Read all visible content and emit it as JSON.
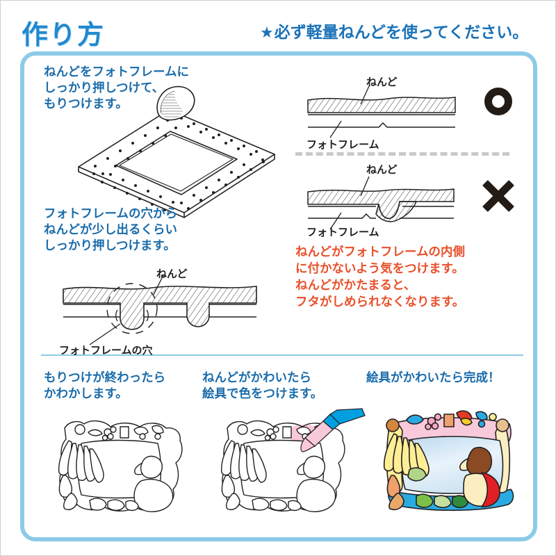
{
  "header": {
    "title": "作り方",
    "note_star": "★",
    "note": "必ず軽量ねんどを使ってください。",
    "title_color": "#2288cf",
    "note_color": "#1a72b8"
  },
  "colors": {
    "panel_border": "#8ccbe8",
    "blue_text": "#1a6cab",
    "red_text": "#e8502a",
    "line_art": "#231f20",
    "brush_handle": "#00a0e0",
    "paint_pink": "#f9c9da"
  },
  "steps": {
    "step1": {
      "text": "ねんどをフォトフレームに\nしっかり押しつけて、\nもりつけます。",
      "illustration": "isometric-perforated-photo-frame-with-clay-lump"
    },
    "step2": {
      "text": "フォトフレームの穴から\nねんどが少し出るくらい\nしっかり押しつけます。",
      "illustration": "cross-section-clay-through-frame-holes"
    },
    "step3": {
      "text": "もりつけが終わったら\nかわかします。",
      "illustration": "line-art-decorated-frame"
    },
    "step4": {
      "text": "ねんどがかわいたら\n絵具で色をつけます。",
      "illustration": "line-art-frame-with-paint-brush"
    },
    "step5": {
      "text": "絵具がかわいたら完成！",
      "illustration": "finished-colored-frame"
    }
  },
  "examples": {
    "good": {
      "mark": "○",
      "mark_name": "circle-good-mark",
      "label_clay": "ねんど",
      "label_frame": "フォトフレーム",
      "caption": "even-smooth-clay-layer"
    },
    "bad": {
      "mark": "✕",
      "mark_name": "cross-bad-mark",
      "label_clay": "ねんど",
      "label_frame": "フォトフレーム",
      "caption": "clay-oozing-inside-frame"
    }
  },
  "labels": {
    "clay": "ねんど",
    "frame": "フォトフレーム",
    "frame_hole": "フォトフレームの穴"
  },
  "warning": {
    "text": "ねんどがフォトフレームの内側\nに付かないよう気をつけます。\nねんどがかたまると、\nフタがしめられなくなります。"
  }
}
